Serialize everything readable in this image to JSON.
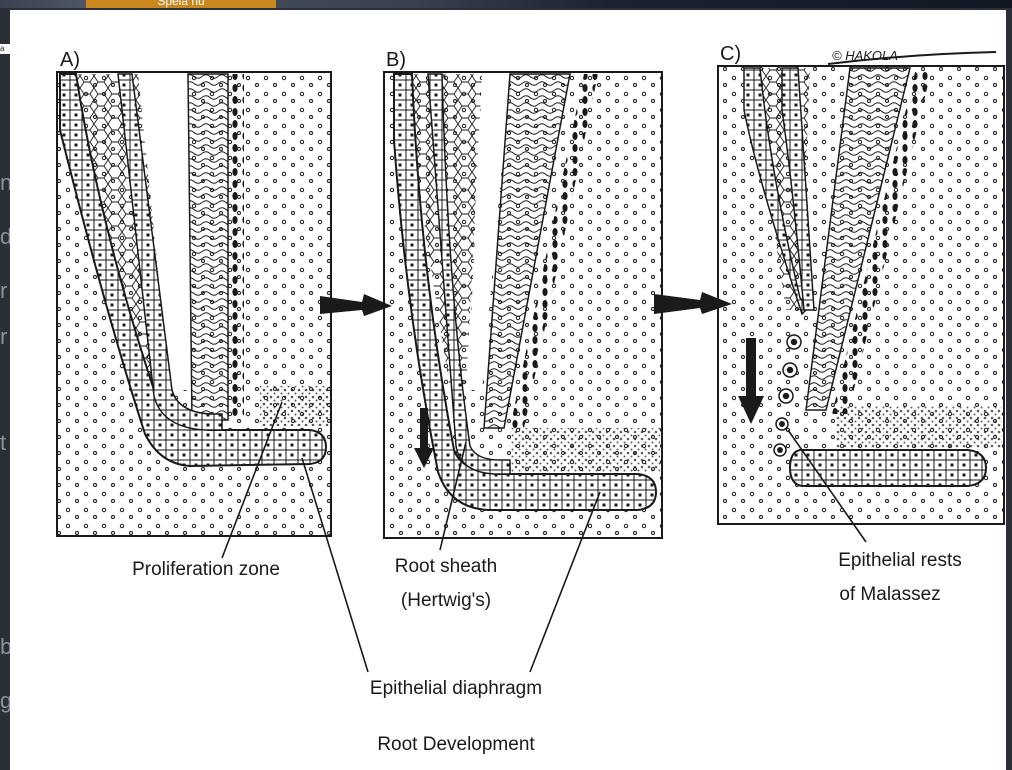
{
  "browser": {
    "tab_label": "Spela nu",
    "side_tag": "a",
    "backdrop_letters": [
      "n",
      "d",
      "r",
      "r",
      "t",
      "b",
      "g"
    ]
  },
  "figure": {
    "panel_labels": [
      "A)",
      "B)",
      "C)"
    ],
    "signature": "© HAKOLA",
    "labels": {
      "proliferation_zone": "Proliferation zone",
      "root_sheath_line1": "Root sheath",
      "root_sheath_line2": "(Hertwig's)",
      "epithelial_diaphragm": "Epithelial diaphragm",
      "epithelial_rests_line1": "Epithelial rests",
      "epithelial_rests_line2": "of Malassez"
    },
    "caption": "Root Development"
  },
  "colors": {
    "ink": "#1a1a1a",
    "paper": "#ffffff",
    "backdrop": "#2b3038",
    "tab": "#c9871e"
  }
}
